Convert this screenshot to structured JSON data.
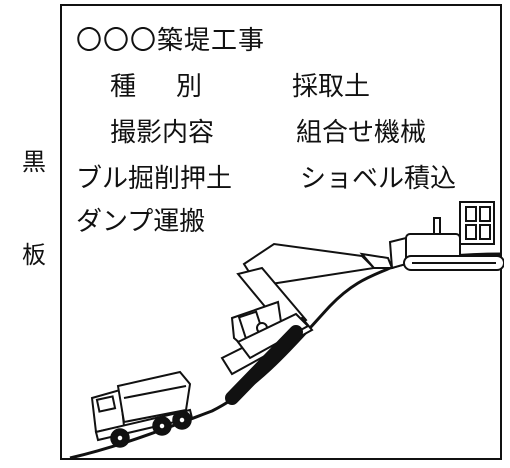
{
  "side": {
    "label_1": "黒",
    "label_2": "板"
  },
  "board": {
    "title": "〇〇〇築堤工事",
    "shubetsu_key": "種別",
    "shubetsu_value": "採取土",
    "satsuei_key": "撮影内容",
    "satsuei_value": "組合せ機械",
    "line4_left": "ブル掘削押土",
    "line4_right": "ショベル積込",
    "line5": "ダンプ運搬"
  },
  "illustration": {
    "machines": [
      "bulldozer",
      "excavator",
      "dump-truck"
    ],
    "line_color": "#111111",
    "fill_color": "#ffffff"
  }
}
